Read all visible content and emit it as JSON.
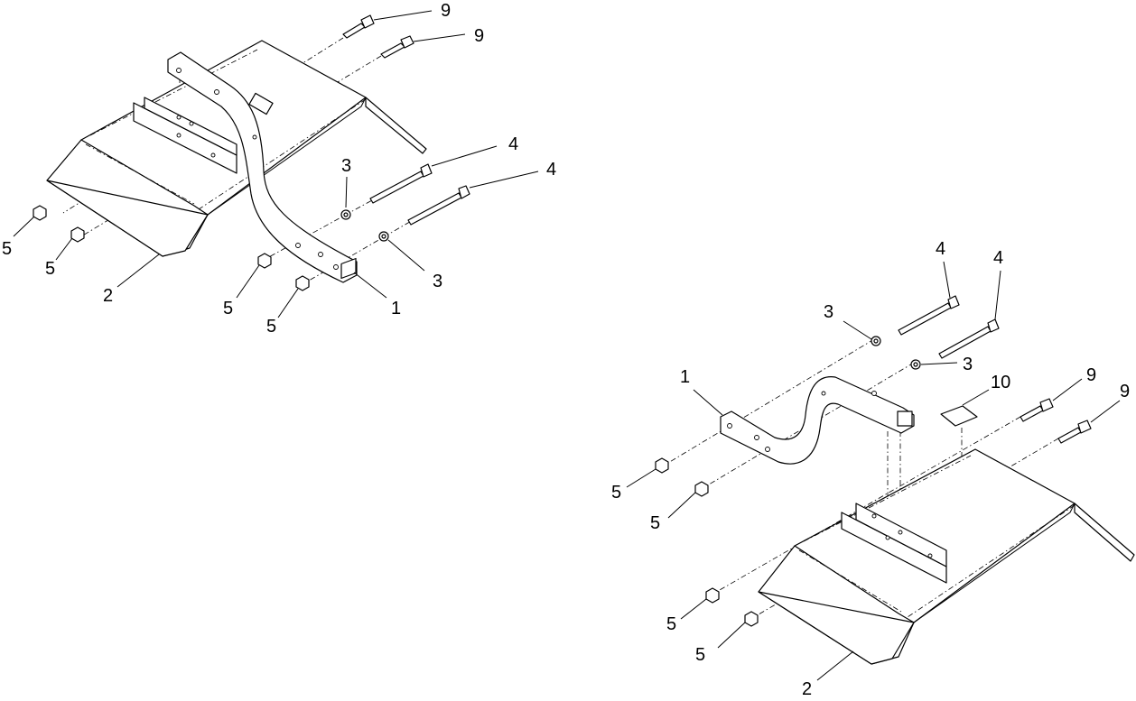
{
  "assemblies": [
    {
      "name": "upper-left-assembly",
      "callouts": [
        "9",
        "9",
        "4",
        "4",
        "3",
        "3",
        "1",
        "2",
        "5",
        "5",
        "5",
        "5"
      ]
    },
    {
      "name": "lower-right-assembly",
      "callouts": [
        "4",
        "4",
        "3",
        "3",
        "10",
        "9",
        "9",
        "1",
        "5",
        "5",
        "5",
        "5",
        "2"
      ]
    }
  ]
}
